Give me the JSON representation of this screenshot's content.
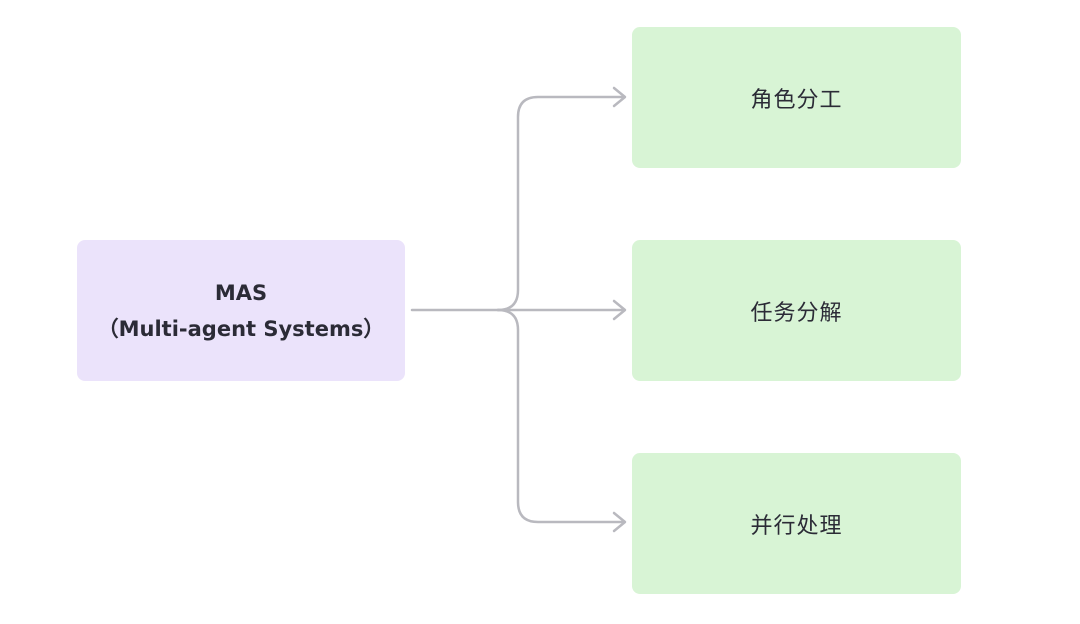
{
  "diagram": {
    "root": {
      "line1": "MAS",
      "line2": "（Multi-agent Systems）"
    },
    "children": [
      {
        "label": "角色分工"
      },
      {
        "label": "任务分解"
      },
      {
        "label": "并行处理"
      }
    ]
  },
  "colors": {
    "root_fill": "#ebe3fb",
    "child_fill": "#d8f4d5",
    "connector": "#b9b9bf",
    "text": "#2b2b36"
  }
}
